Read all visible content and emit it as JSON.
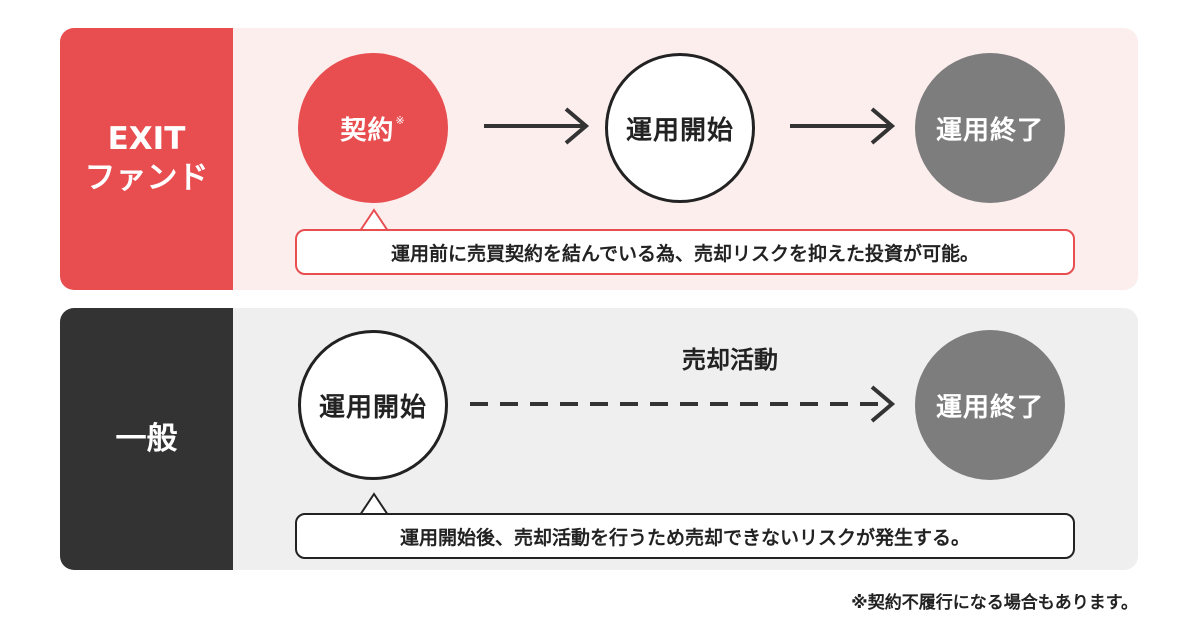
{
  "colors": {
    "exit_accent": "#e84e50",
    "exit_panel_bg": "#fdeeee",
    "general_accent": "#333333",
    "general_panel_bg": "#efefef",
    "end_circle": "#7d7d7d"
  },
  "exit_fund": {
    "label_line1": "EXIT",
    "label_line2": "ファンド",
    "step1": "契約",
    "step1_mark": "※",
    "step2": "運用開始",
    "step3": "運用終了",
    "note": "運用前に売買契約を結んでいる為、売却リスクを抑えた投資が可能。"
  },
  "general": {
    "label": "一般",
    "step1": "運用開始",
    "activity": "売却活動",
    "step2": "運用終了",
    "note": "運用開始後、売却活動を行うため売却できないリスクが発生する。"
  },
  "footnote": "※契約不履行になる場合もあります。"
}
